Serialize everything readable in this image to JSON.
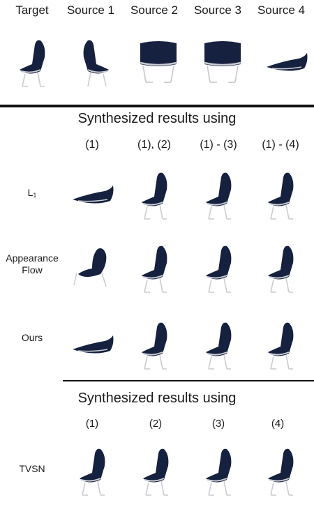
{
  "header": {
    "columns": [
      "Target",
      "Source 1",
      "Source 2",
      "Source 3",
      "Source 4"
    ]
  },
  "section1": {
    "title": "Synthesized results using",
    "columns": [
      "(1)",
      "(1), (2)",
      "(1) - (3)",
      "(1) - (4)"
    ],
    "rows": [
      {
        "label_main": "L",
        "label_sub": "1"
      },
      {
        "label_line1": "Appearance",
        "label_line2": "Flow"
      },
      {
        "label": "Ours"
      }
    ]
  },
  "section2": {
    "title": "Synthesized results using",
    "columns": [
      "(1)",
      "(2)",
      "(3)",
      "(4)"
    ],
    "rows": [
      {
        "label": "TVSN"
      }
    ]
  },
  "colors": {
    "chair_seat": "#16203f",
    "chair_frame": "#c9ccd2",
    "rule": "#111111",
    "background": "#ffffff"
  }
}
